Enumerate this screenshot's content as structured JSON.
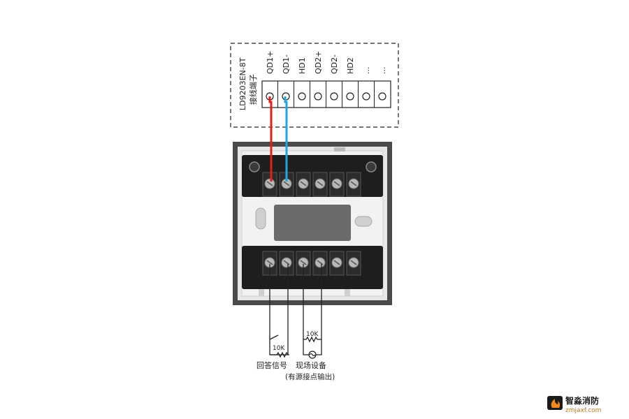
{
  "controller": {
    "model": "LD9203EN-8T",
    "subtitle": "接线端子",
    "terminals": [
      "QD1+",
      "QD1-",
      "HD1",
      "QD2+",
      "QD2-",
      "HD2",
      "...",
      "..."
    ]
  },
  "wires": {
    "positive_color": "#e0201c",
    "negative_color": "#1ea6df"
  },
  "resistors": {
    "left": "10K",
    "right": "10K"
  },
  "labels": {
    "answer_signal": "回答信号",
    "field_device": "现场设备",
    "field_device_note": "(有源接点输出)"
  },
  "watermark": {
    "brand": "智淼消防",
    "url": "zmjaxf.com"
  }
}
